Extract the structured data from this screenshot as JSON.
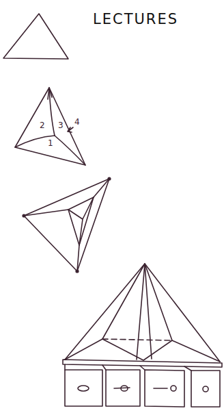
{
  "diagram": {
    "title": "LECTURES",
    "labels": [
      "2",
      "3",
      "1",
      "4"
    ]
  }
}
